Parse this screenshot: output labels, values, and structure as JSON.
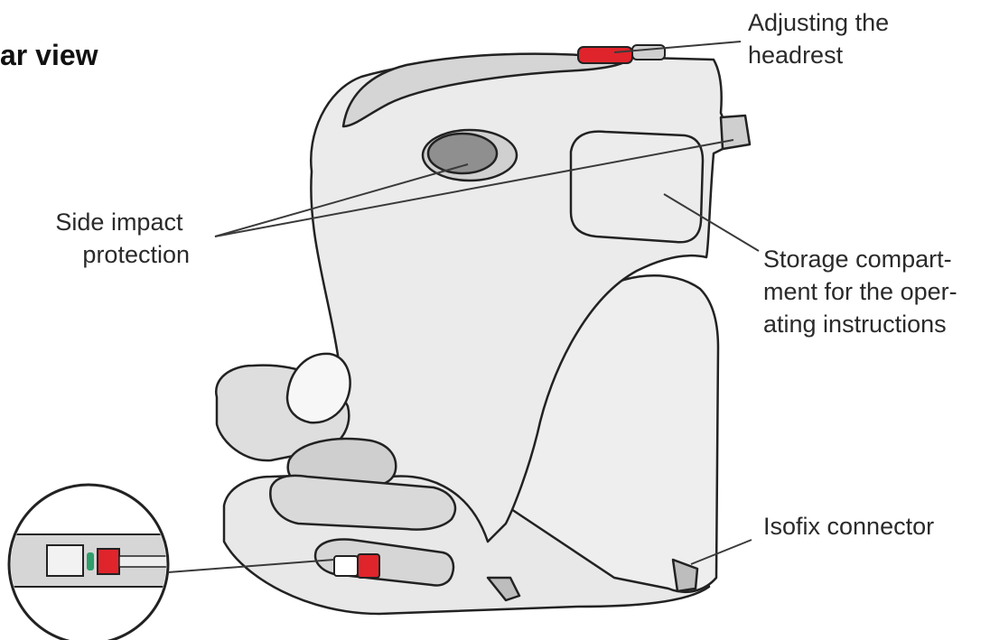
{
  "title": "ar view",
  "callouts": {
    "headrest": [
      "Adjusting the",
      "headrest"
    ],
    "side_impact": [
      "Side impact",
      "protection"
    ],
    "storage": [
      "Storage compart-",
      "ment for the oper-",
      "ating instructions"
    ],
    "isofix": [
      "Isofix connector"
    ]
  },
  "colors": {
    "seat_fill": "#e6e6e6",
    "shell_fill": "#eeeeee",
    "shade": "#c9c9c9",
    "accent_red": "#e0242b",
    "accent_green": "#2f9e6b",
    "outline": "#222222"
  },
  "icons": {
    "headrest_button": "red-adjust-button",
    "isofix_latch": "isofix-latch-icon",
    "zoom_detail": "magnifier-circle"
  }
}
